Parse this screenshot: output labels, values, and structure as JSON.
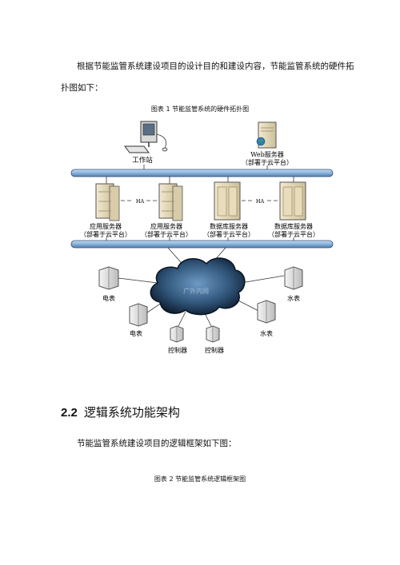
{
  "intro": {
    "line1": "根据节能监管系统建设项目的设计目的和建设内容，节能监管系统的硬件拓",
    "line2": "扑图如下："
  },
  "figure1": {
    "caption": "图表  1  节能监管系统的硬件拓扑图",
    "workstation": "工作站",
    "web_server": "Web服务器",
    "web_server_note": "（部署于云平台）",
    "app_server_1": "应用服务器",
    "app_server_1_note": "（部署于云平台）",
    "app_server_2": "应用服务器",
    "app_server_2_note": "（部署于云平台）",
    "ha_1": "HA",
    "ha_2": "HA",
    "db_server_1": "数据库服务器",
    "db_server_1_note": "（部署于云平台）",
    "db_server_2": "数据库服务器",
    "db_server_2_note": "（部署于云平台）",
    "cloud_label": "广外内网",
    "meter_1": "电表",
    "meter_2": "电表",
    "water_1": "水表",
    "water_2": "水表",
    "controller_1": "控制器",
    "controller_2": "控制器"
  },
  "section": {
    "number": "2.2",
    "title": "逻辑系统功能架构"
  },
  "para2": "节能监管系统建设项目的逻辑框架如下图：",
  "figure2": {
    "caption": "图表  2 节能监管系统逻辑框架图"
  }
}
